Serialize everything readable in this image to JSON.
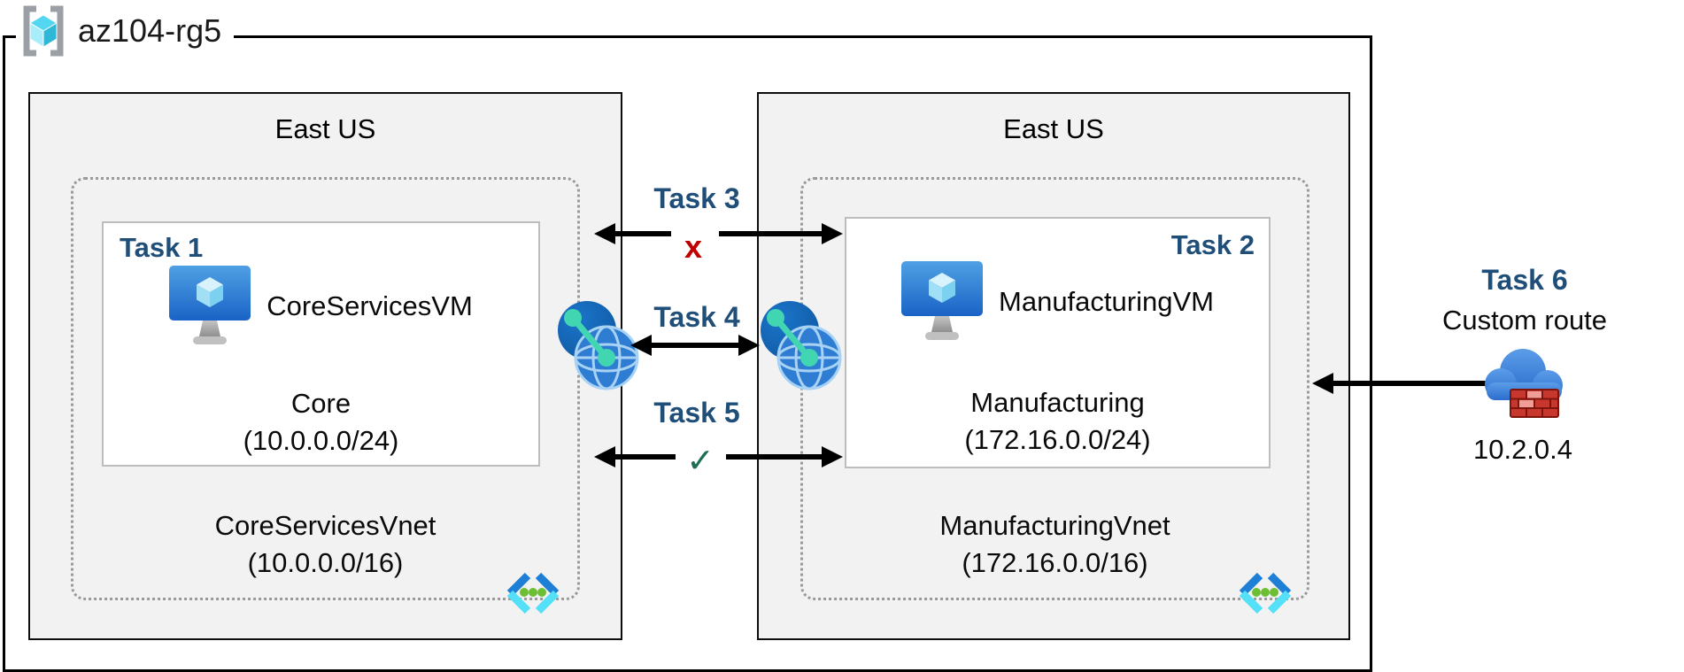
{
  "resource_group": {
    "label": "az104-rg5"
  },
  "regions": [
    {
      "name": "East US",
      "subnet": {
        "task_label": "Task 1",
        "vm_name": "CoreServicesVM",
        "name": "Core",
        "cidr": "(10.0.0.0/24)"
      },
      "vnet": {
        "name": "CoreServicesVnet",
        "cidr": "(10.0.0.0/16)"
      }
    },
    {
      "name": "East US",
      "subnet": {
        "task_label": "Task 2",
        "vm_name": "ManufacturingVM",
        "name": "Manufacturing",
        "cidr": "(172.16.0.0/24)"
      },
      "vnet": {
        "name": "ManufacturingVnet",
        "cidr": "(172.16.0.0/16)"
      }
    }
  ],
  "connections": {
    "task3": {
      "label": "Task 3",
      "status_mark": "x",
      "status": "blocked"
    },
    "task4": {
      "label": "Task 4"
    },
    "task5": {
      "label": "Task 5",
      "status_mark": "✓",
      "status": "allowed"
    }
  },
  "task6": {
    "label": "Task 6",
    "description": "Custom route",
    "ip": "10.2.0.4"
  },
  "icons": [
    "resource-group-icon",
    "virtual-machine-icon",
    "vnet-peering-icon",
    "virtual-network-icon",
    "firewall-cloud-icon"
  ],
  "colors": {
    "task_label": "#1F4E79",
    "blocked_mark": "#C00000",
    "allowed_mark": "#1E6E54",
    "region_fill": "#F2F2F2",
    "dotted_border": "#9A9A9A"
  }
}
